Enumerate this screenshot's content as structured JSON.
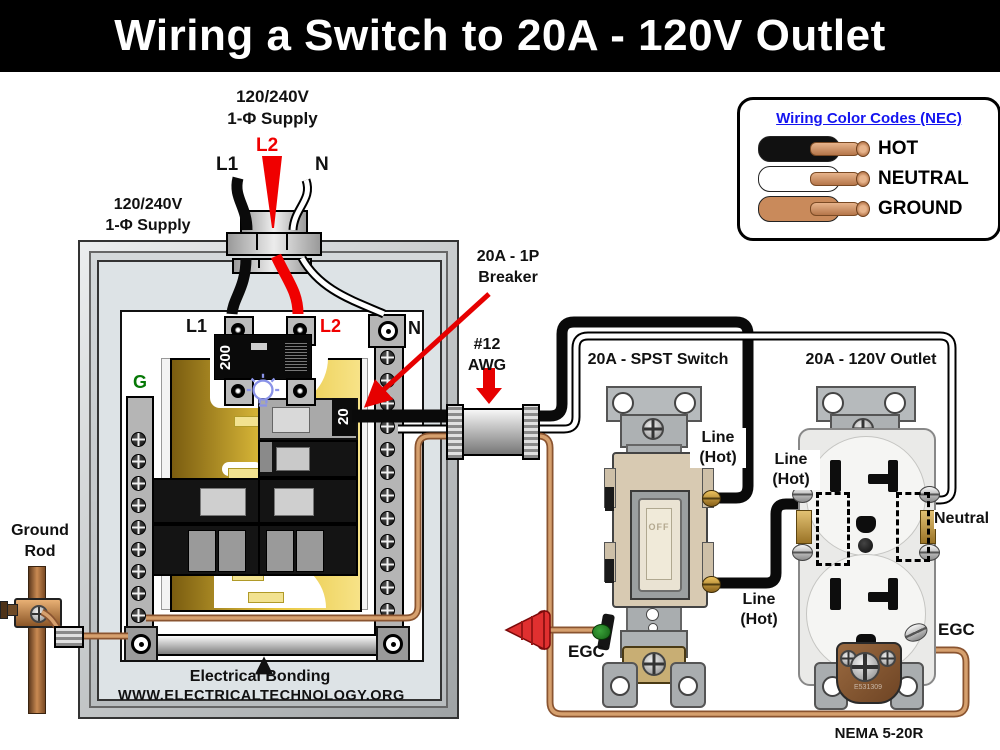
{
  "title": "Wiring a Switch to 20A - 120V Outlet",
  "legend": {
    "title": "Wiring Color Codes (NEC)",
    "items": [
      {
        "label": "HOT",
        "color": "#111111"
      },
      {
        "label": "NEUTRAL",
        "color": "#ffffff"
      },
      {
        "label": "GROUND",
        "color": "#c98a5b"
      }
    ]
  },
  "supply_top": {
    "line1": "120/240V",
    "line2": "1-Φ Supply"
  },
  "supply_side": {
    "line1": "120/240V",
    "line2": "1-Φ Supply"
  },
  "feed": {
    "l1": "L1",
    "l2": "L2",
    "n": "N"
  },
  "panel": {
    "l1": "L1",
    "l2": "L2",
    "n": "N",
    "g": "G",
    "main_breaker": "200",
    "branch_breaker": "20",
    "bonding": "Electrical Bonding",
    "website": "WWW.ELECTRICALTECHNOLOGY.ORG"
  },
  "callouts": {
    "breaker_line1": "20A - 1P",
    "breaker_line2": "Breaker",
    "awg_line1": "#12",
    "awg_line2": "AWG",
    "ground_rod_line1": "Ground",
    "ground_rod_line2": "Rod"
  },
  "switch": {
    "title": "20A - SPST Switch",
    "toggle": "OFF",
    "line_hot_top_line1": "Line",
    "line_hot_top_line2": "(Hot)",
    "line_hot_bottom_line1": "Line",
    "line_hot_bottom_line2": "(Hot)",
    "egc": "EGC"
  },
  "outlet": {
    "title": "20A - 120V Outlet",
    "line_hot_line1": "Line",
    "line_hot_line2": "(Hot)",
    "neutral": "Neutral",
    "egc": "EGC",
    "nema": "NEMA 5-20R",
    "stamp": "E531309"
  },
  "colors": {
    "accent_red": "#e60000",
    "hot": "#0a0a0a",
    "neutral": "#ffffff",
    "ground": "#c98a5b",
    "legend_link": "#1414f0",
    "bus_gold": "#e8c63e",
    "l2_red": "#f00000",
    "g_green": "#067806"
  }
}
